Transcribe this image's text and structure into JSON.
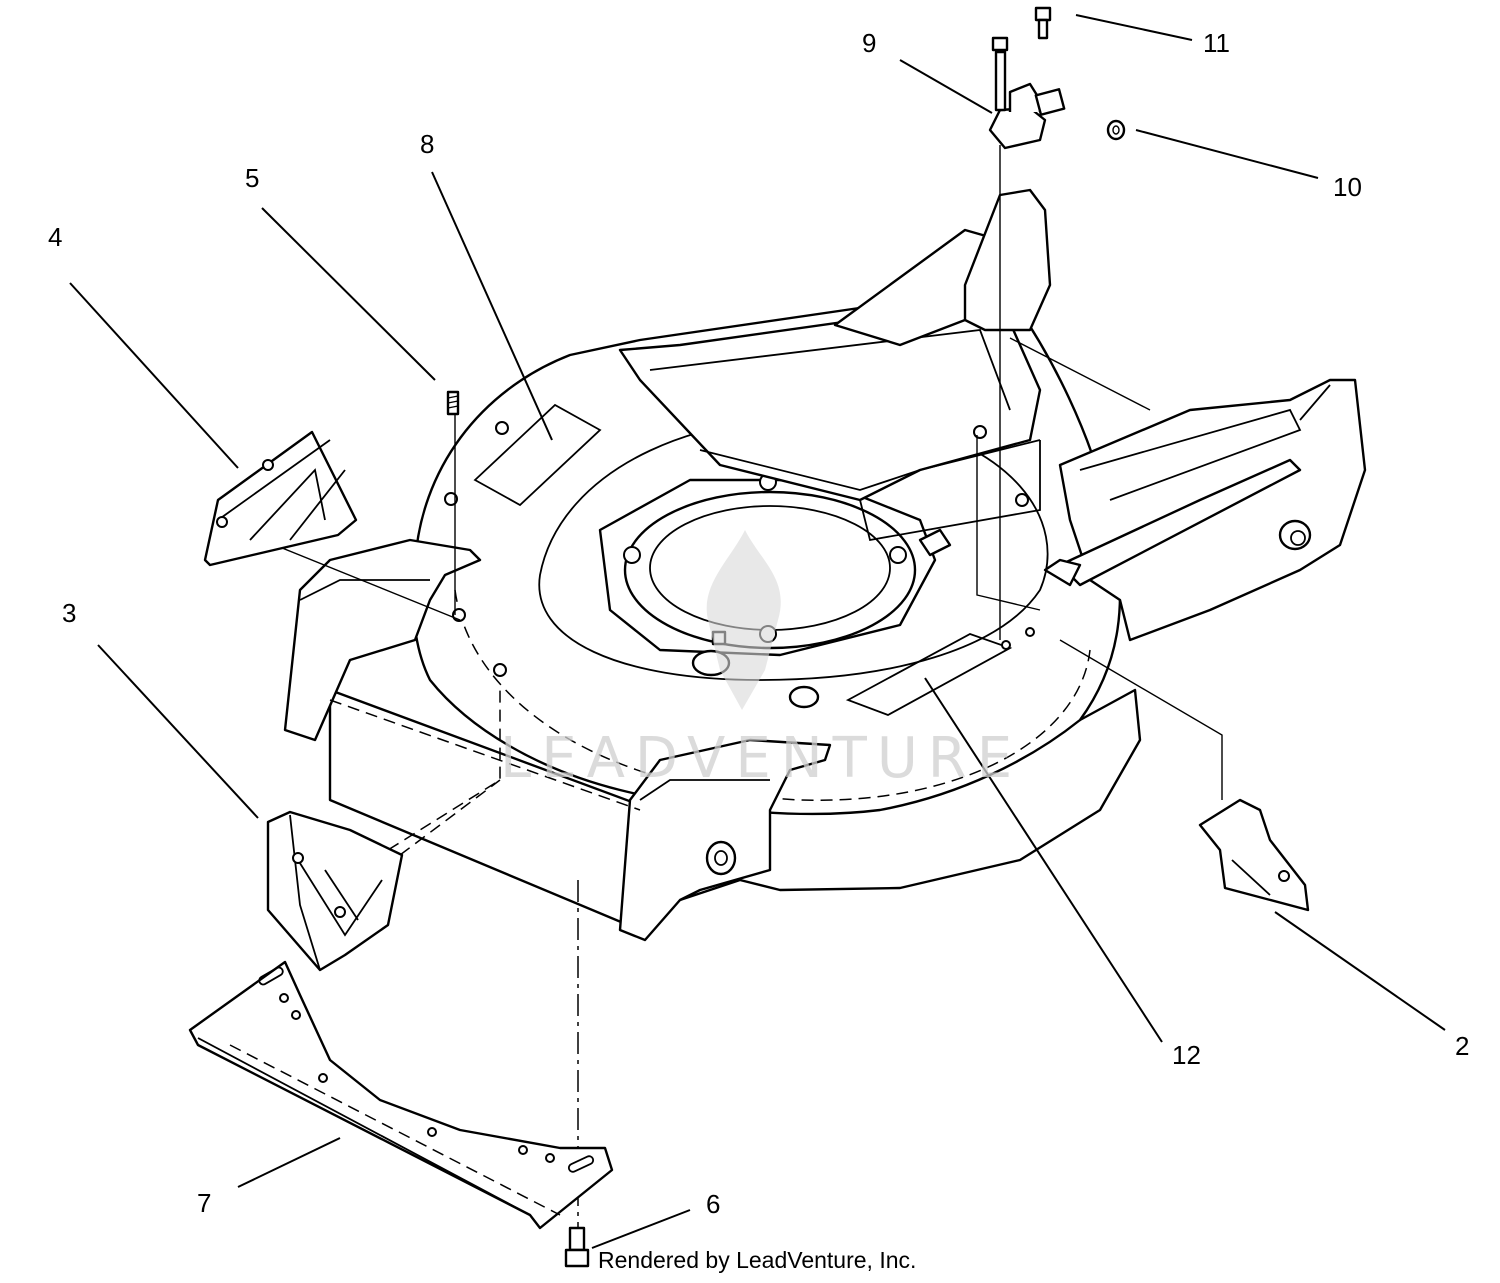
{
  "callouts": {
    "c2": "2",
    "c3": "3",
    "c4": "4",
    "c5": "5",
    "c6": "6",
    "c7": "7",
    "c8": "8",
    "c9": "9",
    "c10": "10",
    "c11": "11",
    "c12": "12"
  },
  "watermark": "LEADVENTURE",
  "credit": "Rendered by LeadVenture, Inc."
}
